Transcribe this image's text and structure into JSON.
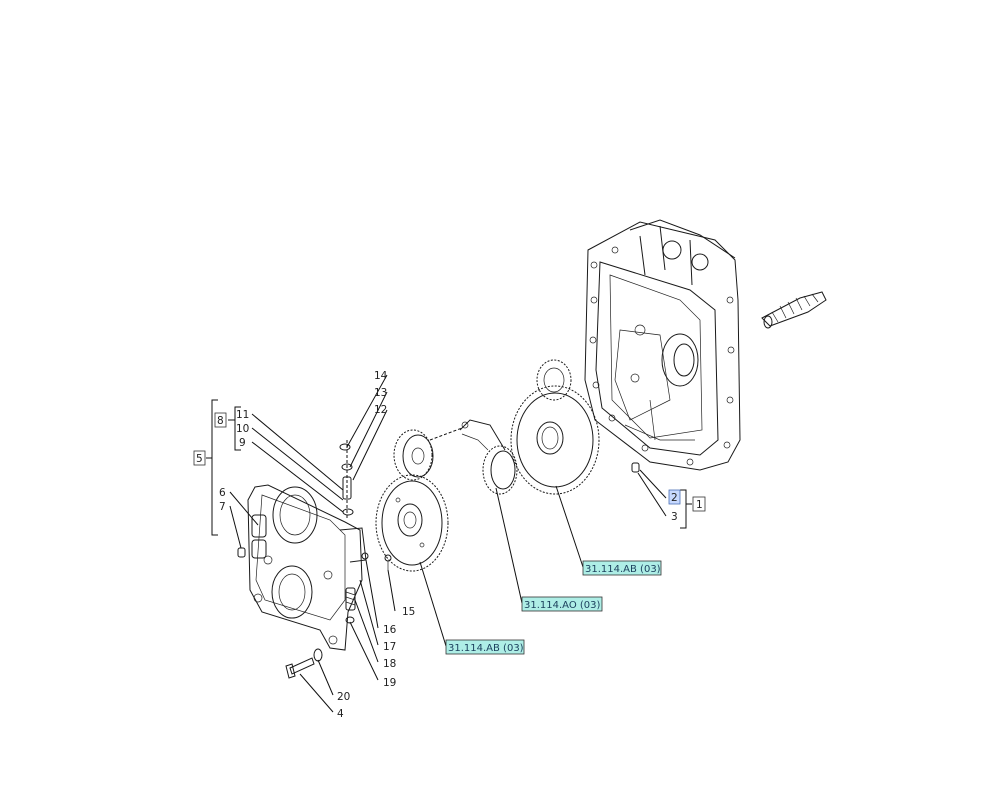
{
  "callouts": {
    "c1": "1",
    "c2": "2",
    "c3": "3",
    "c4": "4",
    "c5": "5",
    "c6": "6",
    "c7": "7",
    "c8": "8",
    "c9": "9",
    "c10": "10",
    "c11": "11",
    "c12": "12",
    "c13": "13",
    "c14": "14",
    "c15": "15",
    "c16": "16",
    "c17": "17",
    "c18": "18",
    "c19": "19",
    "c20": "20"
  },
  "references": {
    "ref_gear_right": "31.114.AB (03)",
    "ref_chain": "31.114.AO (03)",
    "ref_gear_left": "31.114.AB (03)"
  },
  "colors": {
    "reference_fill": "#aeeee6",
    "selected_fill": "#c7d9ff",
    "line": "#1a1a1a"
  }
}
